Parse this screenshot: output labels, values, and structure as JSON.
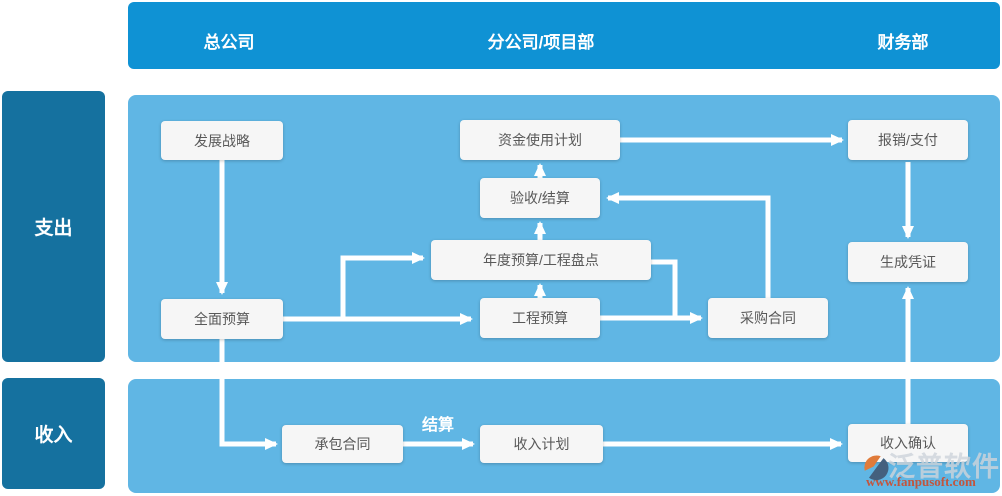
{
  "header": {
    "columns": [
      {
        "id": "head-office",
        "label": "总公司"
      },
      {
        "id": "branch-project-dept",
        "label": "分公司/项目部"
      },
      {
        "id": "finance-dept",
        "label": "财务部"
      }
    ]
  },
  "lanes": [
    {
      "id": "expense",
      "label": "支出"
    },
    {
      "id": "income",
      "label": "收入"
    }
  ],
  "nodes": [
    {
      "id": "development-strategy",
      "label": "发展战略"
    },
    {
      "id": "fund-usage-plan",
      "label": "资金使用计划"
    },
    {
      "id": "reimbursement-payment",
      "label": "报销/支付"
    },
    {
      "id": "acceptance-settlement",
      "label": "验收/结算"
    },
    {
      "id": "annual-budget-inventory",
      "label": "年度预算/工程盘点"
    },
    {
      "id": "generate-voucher",
      "label": "生成凭证"
    },
    {
      "id": "overall-budget",
      "label": "全面预算"
    },
    {
      "id": "project-budget",
      "label": "工程预算"
    },
    {
      "id": "purchase-contract",
      "label": "采购合同"
    },
    {
      "id": "contracting-contract",
      "label": "承包合同"
    },
    {
      "id": "income-plan",
      "label": "收入计划"
    },
    {
      "id": "income-confirmation",
      "label": "收入确认"
    }
  ],
  "edge_labels": {
    "settlement": "结算"
  },
  "watermark": {
    "brand": "泛普软件",
    "url": "www.fanpusoft.com"
  },
  "colors": {
    "header_bg": "#0f92d4",
    "lane_bg": "#15719f",
    "panel_bg": "#60b6e4",
    "node_bg": "#f6f6f6",
    "node_text": "#595959",
    "arrow": "#ffffff",
    "edge_label_text": "#ffffff",
    "watermark_url_text": "#c2553e",
    "logo_orange": "#e07b3a",
    "logo_blue": "#44607e"
  }
}
